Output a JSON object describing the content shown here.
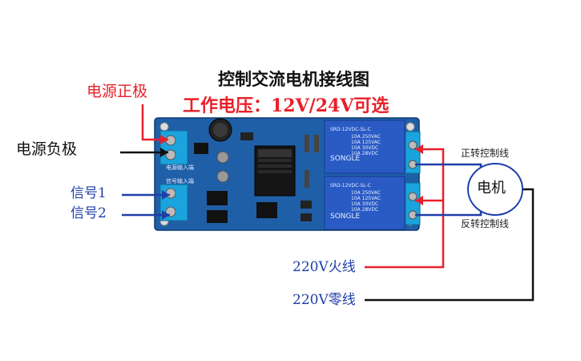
{
  "title": "控制交流电机接线图",
  "subtitle": "工作电压：12V/24V可选",
  "labels": {
    "power_positive": "电源正极",
    "power_negative": "电源负极",
    "signal1": "信号1",
    "signal2": "信号2",
    "forward_line": "正转控制线",
    "reverse_line": "反转控制线",
    "live_wire": "220V火线",
    "neutral_wire": "220V零线",
    "motor": "电机"
  },
  "board": {
    "power_input_label": "电源输入端",
    "signal_input_label": "信号输入端",
    "relay_model": "SRD-12VDC-SL-C",
    "relay_brand": "SONGLE",
    "relay_ratings": [
      "10A 250VAC",
      "10A 125VAC",
      "10A 30VDC",
      "10A 28VDC"
    ]
  },
  "colors": {
    "red_wire": "#e8202a",
    "blue_wire": "#1e3fa8",
    "black_wire": "#111111",
    "pcb": "#1f5fa8",
    "relay": "#2a5bc4",
    "terminal": "#1aa3dc"
  }
}
